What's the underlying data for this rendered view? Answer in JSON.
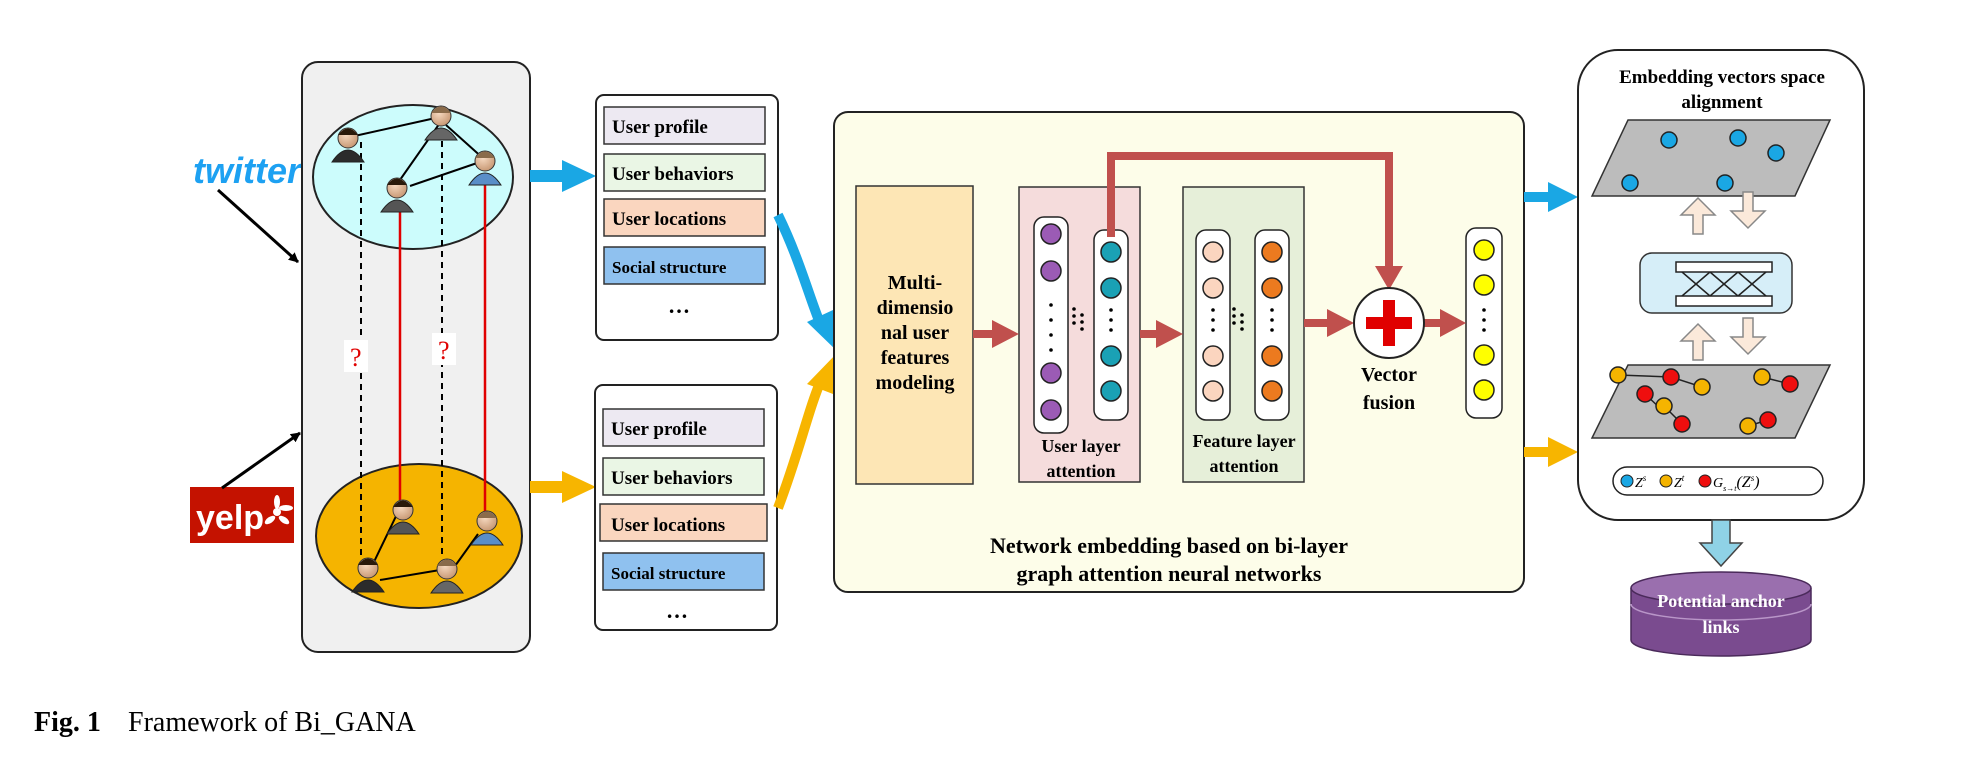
{
  "logos": {
    "twitter": "twitter",
    "yelp": "yelp"
  },
  "question_marks": [
    "?",
    "?"
  ],
  "feature_lists": {
    "top": [
      "User profile",
      "User behaviors",
      "User locations",
      "Social structure"
    ],
    "bottom": [
      "User profile",
      "User behaviors",
      "User locations",
      "Social structure"
    ],
    "ellipsis": "…"
  },
  "embedding_block": {
    "modeling_lines": [
      "Multi-",
      "dimensio",
      "nal user",
      "features",
      "modeling"
    ],
    "user_attention": [
      "User layer",
      "attention"
    ],
    "feature_attention": [
      "Feature layer",
      "attention"
    ],
    "vector_fusion": [
      "Vector",
      "fusion"
    ],
    "title_lines": [
      "Network embedding based on bi-layer",
      "graph attention neural networks"
    ]
  },
  "alignment": {
    "title_lines": [
      "Embedding vectors space",
      "alignment"
    ],
    "legend": {
      "zs": "Z",
      "zs_sup": "s",
      "zt": "Z",
      "zt_sup": "t",
      "g": "G",
      "g_sub": "s→t",
      "g_arg": "(Z",
      "g_arg_sup": "s",
      "g_arg_end": ")"
    }
  },
  "output": {
    "label_lines": [
      "Potential anchor",
      "links"
    ]
  },
  "caption": {
    "figure": "Fig. 1",
    "text": "Framework of Bi_GANA"
  },
  "colors": {
    "twitter_blue": "#1da1f2",
    "yelp_red": "#c41200",
    "arrow_blue": "#1aa7e4",
    "arrow_gold": "#f7b500",
    "arrow_red": "#c0504d",
    "twitter_net": "#ccfcfc",
    "yelp_net": "#f5b400",
    "panel_grey": "#f0f0f0",
    "embed_bg": "#fdfde9",
    "modeling_bg": "#fde6b5",
    "user_attn_bg": "#f5dcdc",
    "feat_attn_bg": "#e6efd9",
    "profile_bg": "#ede9f2",
    "behaviors_bg": "#eaf6e5",
    "locations_bg": "#fad6bf",
    "social_bg": "#8fc1ef",
    "purple_node": "#9b5bb5",
    "teal_node": "#1aa1b5",
    "peach_node": "#fbd5bf",
    "orange_node": "#ec7a1f",
    "yellow_node": "#ffff00",
    "blue_node": "#1aa7e4",
    "gold_node": "#f5b400",
    "red_node": "#ef0e0e",
    "cylinder": "#7a4b8f"
  }
}
